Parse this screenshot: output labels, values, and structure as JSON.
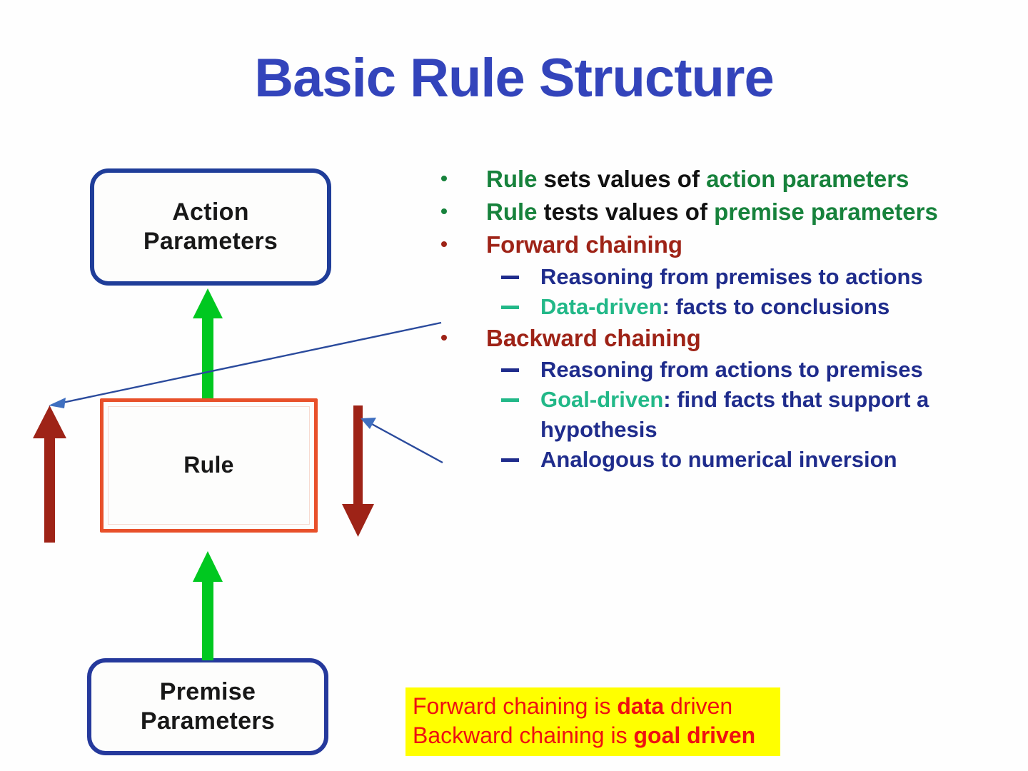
{
  "slide": {
    "title": "Basic Rule Structure"
  },
  "diagram": {
    "nodes": {
      "action": "Action\nParameters",
      "action_line1": "Action",
      "action_line2": "Parameters",
      "rule": "Rule",
      "premise_line1": "Premise",
      "premise_line2": "Parameters"
    },
    "colors": {
      "node_border_blue": "#1f3d99",
      "rule_border_orange": "#e8502a",
      "flow_arrow_green": "#00c820",
      "chain_arrow_darkred": "#aa2211",
      "annotation_line_navy": "#2a4a9c"
    },
    "arrows": {
      "green_up_action": "flow-arrow-rule-to-action",
      "green_up_rule": "flow-arrow-premise-to-rule",
      "darkred_up_left": "forward-chaining-arrow",
      "darkred_down_right": "backward-chaining-arrow"
    }
  },
  "bullets": [
    {
      "level": 1,
      "dot_color": "#17823c",
      "runs": [
        {
          "text": "Rule",
          "color": "green"
        },
        {
          "text": " sets values of ",
          "color": "black"
        },
        {
          "text": "action parameters",
          "color": "green"
        }
      ]
    },
    {
      "level": 1,
      "dot_color": "#17823c",
      "runs": [
        {
          "text": "Rule",
          "color": "green"
        },
        {
          "text": " tests values of ",
          "color": "black"
        },
        {
          "text": "premise parameters",
          "color": "green"
        }
      ]
    },
    {
      "level": 1,
      "dot_color": "#9e2317",
      "runs": [
        {
          "text": "Forward chaining",
          "color": "maroon"
        }
      ]
    },
    {
      "level": 2,
      "dash_color": "#1f2c8c",
      "runs": [
        {
          "text": "Reasoning from premises to actions",
          "color": "navy"
        }
      ]
    },
    {
      "level": 2,
      "dash_color": "#22b888",
      "runs": [
        {
          "text": "Data-driven",
          "color": "teal"
        },
        {
          "text": ": facts to conclusions",
          "color": "navy"
        }
      ]
    },
    {
      "level": 1,
      "dot_color": "#9e2317",
      "runs": [
        {
          "text": "Backward chaining",
          "color": "maroon"
        }
      ]
    },
    {
      "level": 2,
      "dash_color": "#1f2c8c",
      "runs": [
        {
          "text": "Reasoning from actions to premises",
          "color": "navy"
        }
      ]
    },
    {
      "level": 2,
      "dash_color": "#22b888",
      "runs": [
        {
          "text": "Goal-driven",
          "color": "teal"
        },
        {
          "text": ": find facts that support a hypothesis",
          "color": "navy"
        }
      ]
    },
    {
      "level": 2,
      "dash_color": "#1f2c8c",
      "runs": [
        {
          "text": "Analogous to numerical inversion",
          "color": "navy"
        }
      ]
    }
  ],
  "highlight": {
    "background": "#ffff00",
    "text_color": "#ee1111",
    "line1_pre": "Forward chaining is ",
    "line1_bold": "data",
    "line1_post": " driven",
    "line2_pre": "Backward chaining is ",
    "line2_bold": "goal driven",
    "line2_post": ""
  }
}
